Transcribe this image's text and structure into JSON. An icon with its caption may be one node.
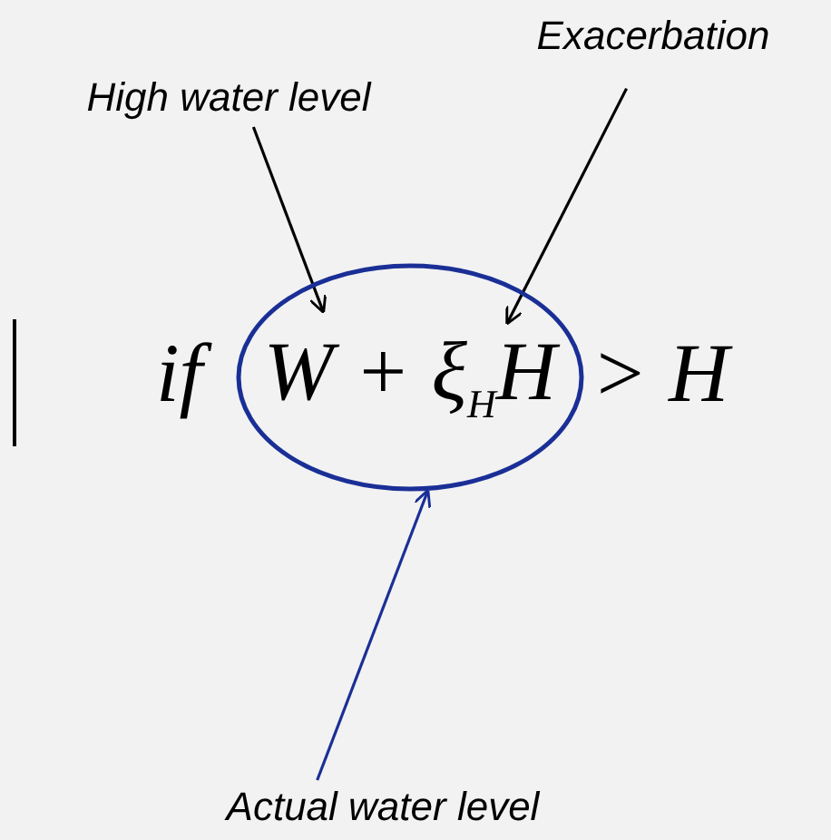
{
  "diagram": {
    "nodes": [
      {
        "text": [
          "High water level"
        ]
      },
      {
        "text": [
          "Exacerbation"
        ]
      },
      {
        "text": [
          "Actual water level"
        ]
      },
      {
        "text": [
          "W + ξ$_{H}$H"
        ]
      }
    ],
    "edges": [
      {
        "from": 0,
        "to": 3,
        "arrow": "to"
      },
      {
        "from": 1,
        "to": 3,
        "arrow": "to"
      },
      {
        "from": 2,
        "to": 3,
        "arrow": "to",
        "color": "#1a2f96"
      }
    ],
    "labels": [
      "if",
      "> H"
    ]
  }
}
